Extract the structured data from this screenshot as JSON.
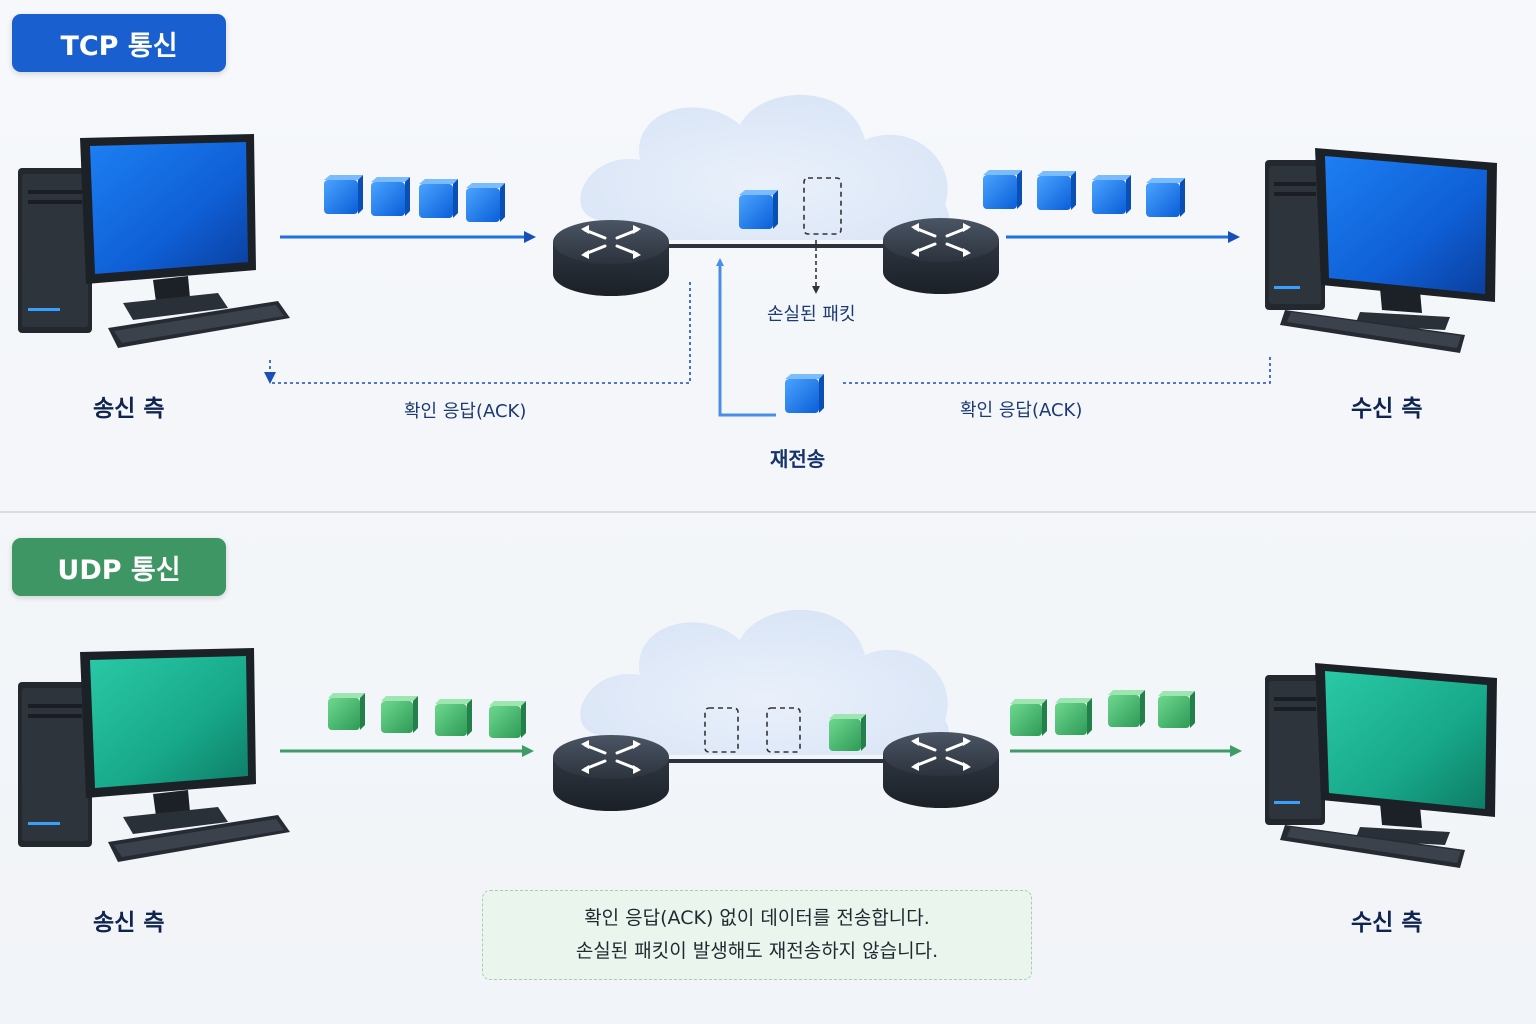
{
  "tcp": {
    "title": "TCP 통신",
    "sender_label": "송신 측",
    "receiver_label": "수신 측",
    "lost_packet_label": "손실된 패킷",
    "ack_left": "확인 응답(ACK)",
    "ack_right": "확인 응답(ACK)",
    "retransmit_label": "재전송",
    "color": "#1f6fe0"
  },
  "udp": {
    "title": "UDP 통신",
    "sender_label": "송신 측",
    "receiver_label": "수신 측",
    "note_line1": "확인 응답(ACK) 없이 데이터를 전송합니다.",
    "note_line2": "손실된 패킷이 발생해도 재전송하지 않습니다.",
    "color": "#3fa76a"
  },
  "icons": [
    "computer-icon",
    "router-icon",
    "cloud-icon",
    "packet-icon"
  ]
}
